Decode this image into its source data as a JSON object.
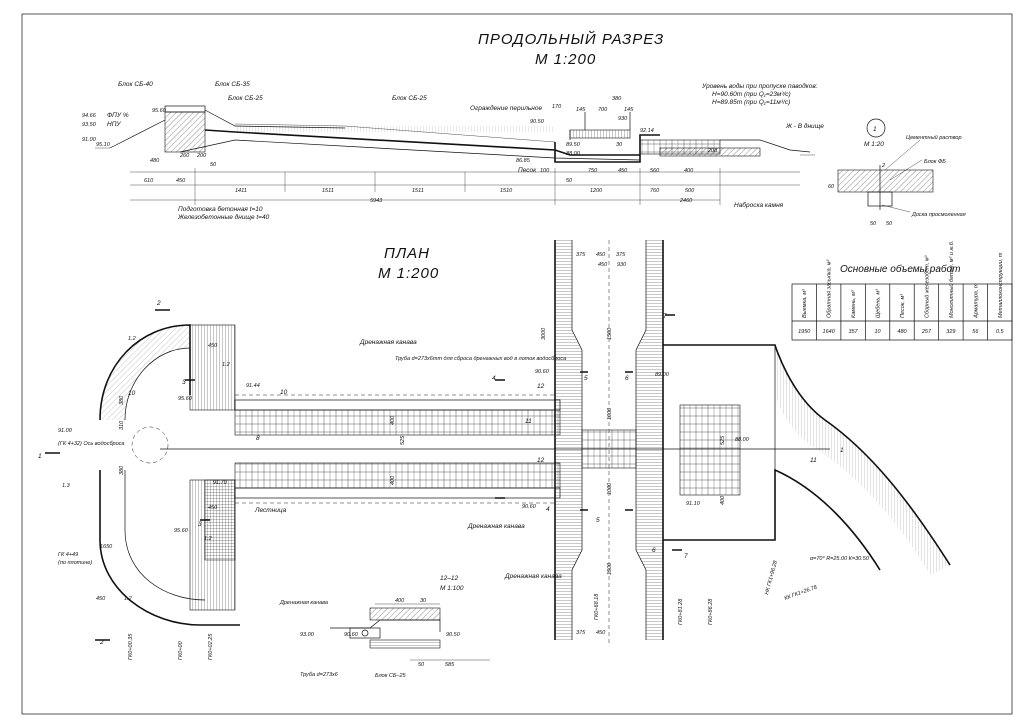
{
  "profile": {
    "title": "ПРОДОЛЬНЫЙ РАЗРЕЗ",
    "scale": "М 1:200",
    "labels": {
      "block_sb40": "Блок СБ-40",
      "block_sb35": "Блок СБ-35",
      "block_sb25a": "Блок СБ-25",
      "block_sb25b": "Блок СБ-25",
      "railing": "Ограждение перильное",
      "sand": "Песок",
      "riprap": "Наброска камня",
      "prep1": "Подготовка бетонная t=10",
      "prep2": "Железобетонные днище t=40",
      "water_level": "Уровень воды при пропуске паводков:",
      "water_h1": "Н=90.60т (при Q₁=23м³/с)",
      "water_h2": "Н=89.85т (при Q₁=11м³/с)",
      "fpu": "ФПУ %",
      "npu": "НПУ",
      "bottom_bottom": "Ж - В днище"
    },
    "elevations": [
      "94.66",
      "93.50",
      "91.00",
      "90.50",
      "86.85",
      "89.50",
      "88.00",
      "92.14"
    ],
    "dims": [
      "610",
      "450",
      "480",
      "260",
      "200",
      "50",
      "1411",
      "1511",
      "1511",
      "1510",
      "5943",
      "1200",
      "760",
      "500",
      "2460",
      "100",
      "50",
      "750",
      "450",
      "560",
      "400",
      "145",
      "700",
      "145",
      "380",
      "170",
      "930",
      "30",
      "208",
      "95.60",
      "95.10"
    ]
  },
  "detail": {
    "number": "1",
    "scale": "М 1:20",
    "cement": "Цементный раствор",
    "block": "Блок ФБ",
    "board": "Доска просмоленная",
    "dims": [
      "60",
      "50",
      "50",
      "2"
    ]
  },
  "plan": {
    "title": "ПЛАН",
    "scale": "М 1:200",
    "labels": {
      "drain_top": "Дренажная канава",
      "drain_bottom": "Дренажная канава",
      "drain_right": "Дренажная канава",
      "pipe": "Труба d=273х6тт для сброса дренажных вод в лоток водосброса",
      "stairs": "Лестница",
      "axis": "(ГК 4+32) Ось водосброса",
      "gk449": "ГК 4+49",
      "on_dam": "(по плотине)",
      "arc": "α=70° R=25.00 К=30.50"
    },
    "elevations": [
      "91.00",
      "91.44",
      "91.70",
      "95.60",
      "90.60",
      "90.60",
      "88.00",
      "91.10",
      "95.60",
      "89.00",
      "93.00"
    ],
    "stations": [
      "ГК0+00.35",
      "ГК0+00",
      "ГК0+02.25",
      "ГК0+68.18",
      "ГК0+81.28",
      "ГК0+86.28",
      "НК ГК1+96.28",
      "КК ГК1+26.78"
    ],
    "dims": [
      "3000",
      "450",
      "1500",
      "1000",
      "1000",
      "1500",
      "450",
      "525",
      "400",
      "400",
      "525",
      "400",
      "375",
      "375",
      "450",
      "375",
      "930",
      "1650",
      "1.2",
      "1.2",
      "1.2",
      "1.3",
      "1.2",
      "450",
      "450",
      "380",
      "310",
      "380",
      "450"
    ],
    "sections": [
      "1",
      "1",
      "2",
      "2",
      "3",
      "3",
      "4",
      "4",
      "5",
      "5",
      "6",
      "6",
      "7",
      "7",
      "10",
      "10",
      "11",
      "11",
      "12",
      "12",
      "8"
    ]
  },
  "section12": {
    "title": "12–12",
    "scale": "М 1:100",
    "drain": "Дренажная канава",
    "pipe": "Труба d=273х6",
    "block": "Блок СБ–25",
    "dims": [
      "400",
      "30",
      "585",
      "50"
    ],
    "elev1": "90.60",
    "elev2": "90.50"
  },
  "volumes": {
    "title": "Основные объемы работ",
    "headers": [
      "Выемка, м³",
      "Обратная засыпка, м³",
      "Камень, м³",
      "Щебень, м³",
      "Песок, м³",
      "Сборный железобет, м³",
      "Монолитный бетон, м³ и ж.б.",
      "Арматура, т",
      "Металлоконструкции, т"
    ],
    "values": [
      "1950",
      "1640",
      "357",
      "10",
      "480",
      "257",
      "329",
      "56",
      "0.5"
    ]
  }
}
